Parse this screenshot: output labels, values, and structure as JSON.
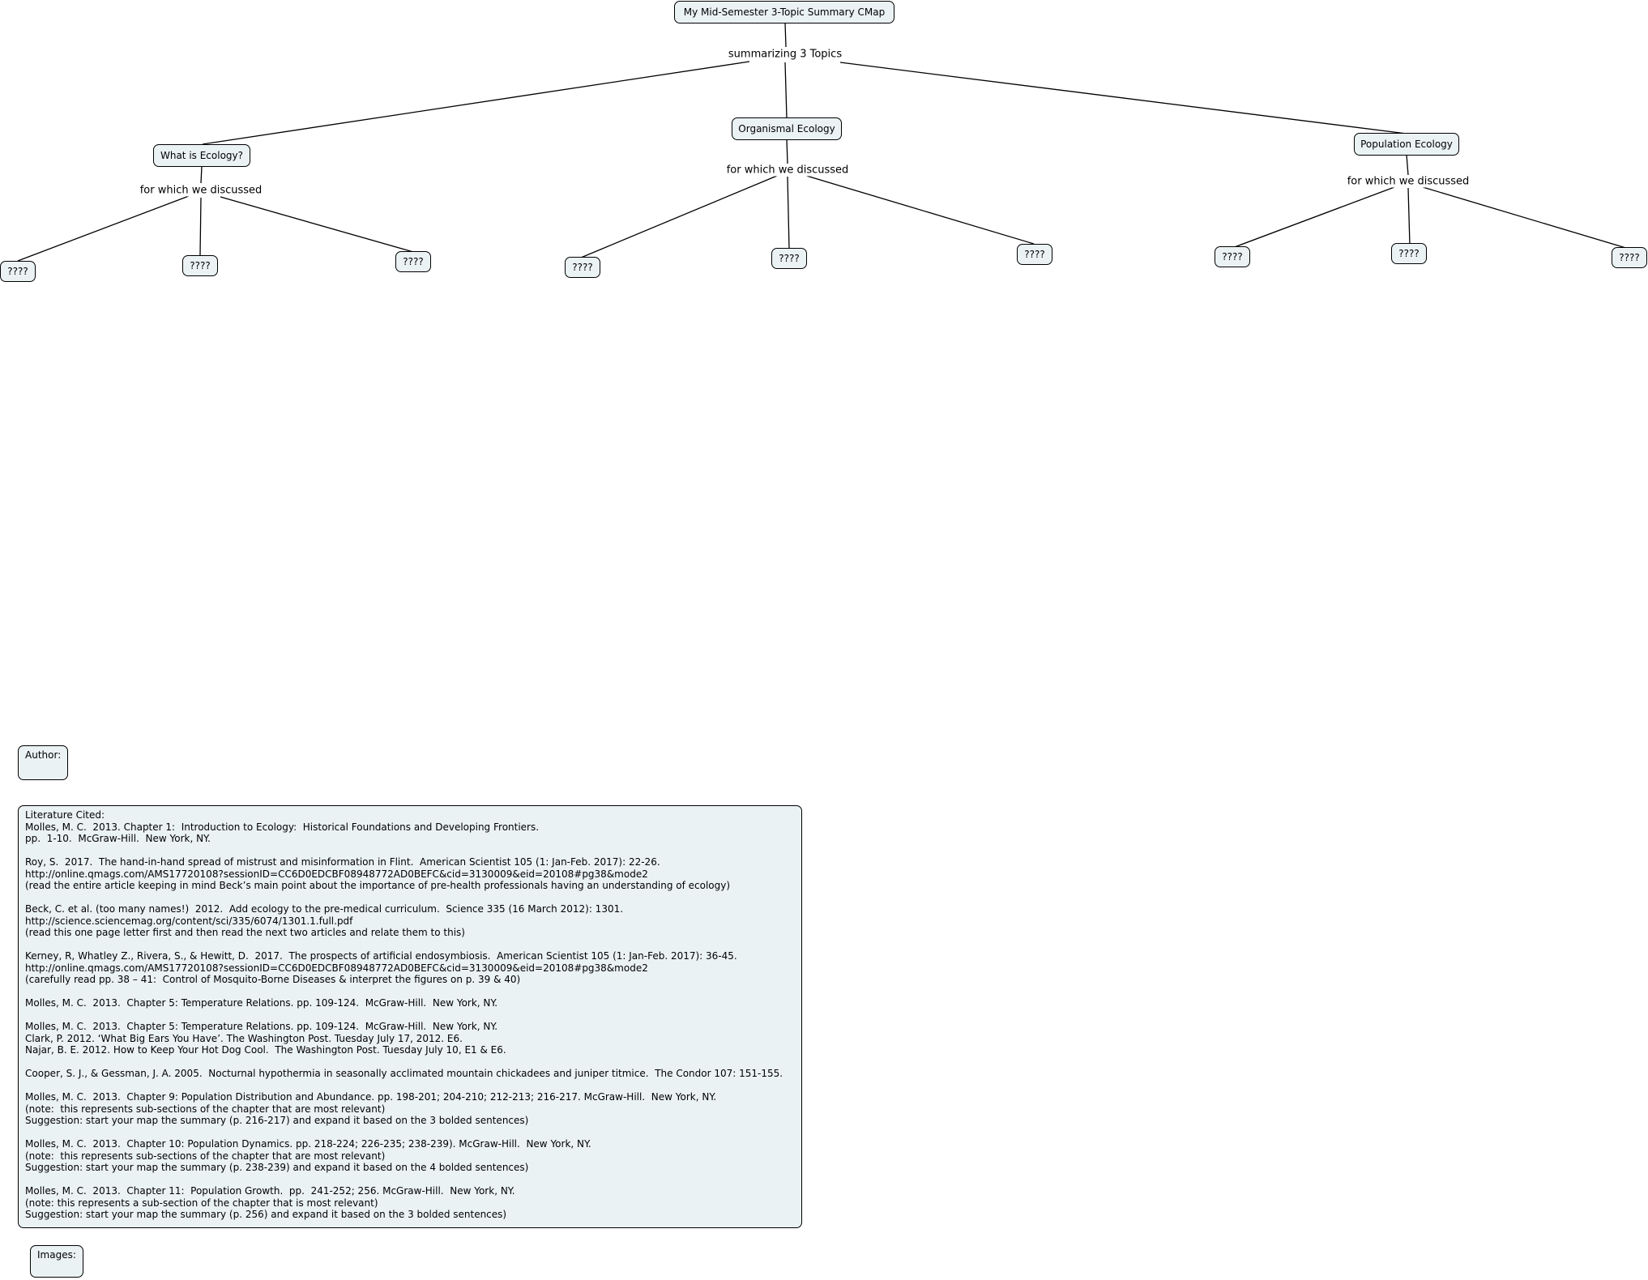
{
  "concepts": {
    "root": "My Mid-Semester 3-Topic Summary CMap",
    "what_is_ecology": "What is Ecology?",
    "organismal_ecology": "Organismal Ecology",
    "population_ecology": "Population Ecology",
    "leaf_a1": "????",
    "leaf_a2": "????",
    "leaf_a3": "????",
    "leaf_b1": "????",
    "leaf_b2": "????",
    "leaf_b3": "????",
    "leaf_c1": "????",
    "leaf_c2": "????",
    "leaf_c3": "????"
  },
  "linking_phrases": {
    "summarizing": "summarizing 3 Topics",
    "discussed_a": "for which we discussed",
    "discussed_b": "for which we discussed",
    "discussed_c": "for which we discussed"
  },
  "author_box": {
    "label": "Author:"
  },
  "literature_box": {
    "lines": [
      "Literature Cited:",
      "Molles, M. C.  2013. Chapter 1:  Introduction to Ecology:  Historical Foundations and Developing Frontiers.",
      "pp.  1-10.  McGraw-Hill.  New York, NY.",
      "",
      "Roy, S.  2017.  The hand-in-hand spread of mistrust and misinformation in Flint.  American Scientist 105 (1: Jan-Feb. 2017): 22-26.",
      "http://online.qmags.com/AMS17720108?sessionID=CC6D0EDCBF08948772AD0BEFC&cid=3130009&eid=20108#pg38&mode2",
      "(read the entire article keeping in mind Beck’s main point about the importance of pre-health professionals having an understanding of ecology)",
      "",
      "Beck, C. et al. (too many names!)  2012.  Add ecology to the pre-medical curriculum.  Science 335 (16 March 2012): 1301.",
      "http://science.sciencemag.org/content/sci/335/6074/1301.1.full.pdf",
      "(read this one page letter first and then read the next two articles and relate them to this)",
      "",
      "Kerney, R, Whatley Z., Rivera, S., & Hewitt, D.  2017.  The prospects of artificial endosymbiosis.  American Scientist 105 (1: Jan-Feb. 2017): 36-45.",
      "http://online.qmags.com/AMS17720108?sessionID=CC6D0EDCBF08948772AD0BEFC&cid=3130009&eid=20108#pg38&mode2",
      "(carefully read pp. 38 – 41:  Control of Mosquito-Borne Diseases & interpret the figures on p. 39 & 40)",
      "",
      "Molles, M. C.  2013.  Chapter 5: Temperature Relations. pp. 109-124.  McGraw-Hill.  New York, NY.",
      "",
      "Molles, M. C.  2013.  Chapter 5: Temperature Relations. pp. 109-124.  McGraw-Hill.  New York, NY.",
      "Clark, P. 2012. ‘What Big Ears You Have’. The Washington Post. Tuesday July 17, 2012. E6.",
      "Najar, B. E. 2012. How to Keep Your Hot Dog Cool.  The Washington Post. Tuesday July 10, E1 & E6.",
      "",
      "Cooper, S. J., & Gessman, J. A. 2005.  Nocturnal hypothermia in seasonally acclimated mountain chickadees and juniper titmice.  The Condor 107: 151-155.",
      "",
      "Molles, M. C.  2013.  Chapter 9: Population Distribution and Abundance. pp. 198-201; 204-210; 212-213; 216-217. McGraw-Hill.  New York, NY.",
      "(note:  this represents sub-sections of the chapter that are most relevant)",
      "Suggestion: start your map the summary (p. 216-217) and expand it based on the 3 bolded sentences)",
      "",
      "Molles, M. C.  2013.  Chapter 10: Population Dynamics. pp. 218-224; 226-235; 238-239). McGraw-Hill.  New York, NY.",
      "(note:  this represents sub-sections of the chapter that are most relevant)",
      "Suggestion: start your map the summary (p. 238-239) and expand it based on the 4 bolded sentences)",
      "",
      "Molles, M. C.  2013.  Chapter 11:  Population Growth.  pp.  241-252; 256. McGraw-Hill.  New York, NY.",
      "(note: this represents a sub-section of the chapter that is most relevant)",
      "Suggestion: start your map the summary (p. 256) and expand it based on the 3 bolded sentences)"
    ]
  },
  "images_box": {
    "label": "Images:"
  }
}
